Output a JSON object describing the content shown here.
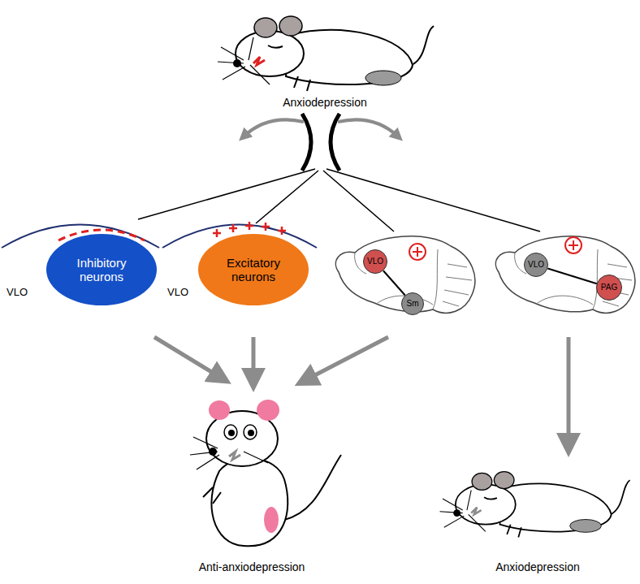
{
  "diagram": {
    "nodes": [
      {
        "text": [
          "Inhibitory neurons"
        ]
      },
      {
        "text": [
          "Excitatory neurons"
        ]
      },
      {
        "text": [
          "VLO"
        ]
      },
      {
        "text": [
          "Sm"
        ]
      },
      {
        "text": [
          "VLO"
        ]
      },
      {
        "text": [
          "PAG"
        ]
      }
    ],
    "edges": [
      {
        "from": 2,
        "to": 3,
        "arrow": "none"
      },
      {
        "from": 4,
        "to": 5,
        "arrow": "none"
      }
    ],
    "labels": [
      "Anxiodepression",
      "VLO",
      "VLO",
      "Anti-anxiodepression",
      "Anxiodepression"
    ]
  }
}
